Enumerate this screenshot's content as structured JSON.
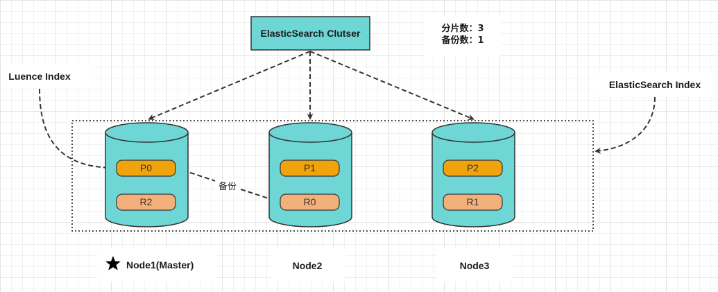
{
  "colors": {
    "node_fill": "#6fd6d6",
    "primary_shard": "#f0a30a",
    "replica_shard": "#f4b07a",
    "stroke": "#333333",
    "label_bg": "#ffffff"
  },
  "cluster": {
    "label": "ElasticSearch Clutser"
  },
  "info": {
    "shards": "分片数：3",
    "replicas": "备份数：1"
  },
  "labels": {
    "lucene_index": "Luence Index",
    "es_index": "ElasticSearch Index"
  },
  "edge_label": "备份",
  "nodes": [
    {
      "name": "Node1(Master)",
      "master_icon": "star-icon",
      "primary": "P0",
      "replica": "R2"
    },
    {
      "name": "Node2",
      "primary": "P1",
      "replica": "R0"
    },
    {
      "name": "Node3",
      "primary": "P2",
      "replica": "R1"
    }
  ]
}
